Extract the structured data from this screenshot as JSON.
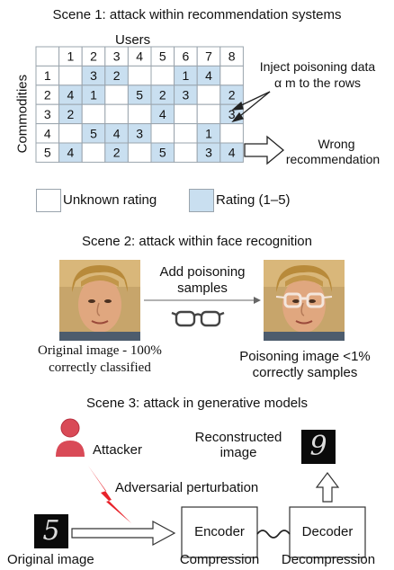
{
  "scene1": {
    "title": "Scene 1: attack within recommendation systems",
    "users_label": "Users",
    "commodities_label": "Commodities",
    "col_headers": [
      "1",
      "2",
      "3",
      "4",
      "5",
      "6",
      "7",
      "8"
    ],
    "row_headers": [
      "1",
      "2",
      "3",
      "4",
      "5"
    ],
    "grid": [
      [
        "",
        "3",
        "2",
        "",
        "",
        "1",
        "4",
        ""
      ],
      [
        "4",
        "1",
        "",
        "5",
        "2",
        "3",
        "",
        "2"
      ],
      [
        "2",
        "",
        "",
        "",
        "4",
        "",
        "",
        "3"
      ],
      [
        "",
        "5",
        "4",
        "3",
        "",
        "",
        "1",
        ""
      ],
      [
        "4",
        "",
        "2",
        "",
        "5",
        "",
        "3",
        "4"
      ]
    ],
    "inject_line1": "Inject poisoning data",
    "inject_line2": "α m to the rows",
    "wrong_line1": "Wrong",
    "wrong_line2": "recommendation",
    "legend_unknown": "Unknown rating",
    "legend_rating": "Rating (1–5)",
    "colors": {
      "rated": "#c9dff0",
      "unknown": "#ffffff",
      "border": "#9aa4ad"
    }
  },
  "scene2": {
    "title": "Scene 2: attack within face recognition",
    "add_line1": "Add poisoning",
    "add_line2": "samples",
    "original_line1": "Original image - 100%",
    "original_line2": "correctly classified",
    "poison_line1": "Poisoning image <1%",
    "poison_line2": "correctly samples"
  },
  "scene3": {
    "title": "Scene 3: attack in generative models",
    "attacker": "Attacker",
    "reconstructed_line1": "Reconstructed",
    "reconstructed_line2": "image",
    "perturbation": "Adversarial perturbation",
    "encoder": "Encoder",
    "decoder": "Decoder",
    "original_image": "Original image",
    "compression": "Compression",
    "decompression": "Decompression",
    "digit_original": "5",
    "digit_reconstructed": "9"
  }
}
